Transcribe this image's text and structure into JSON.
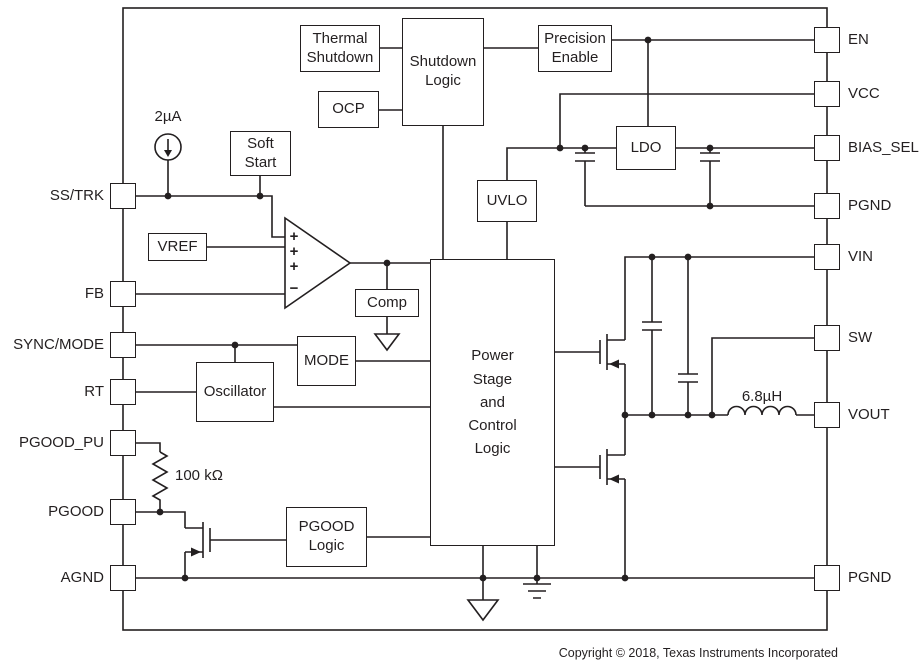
{
  "blocks": {
    "thermal_shutdown": "Thermal\nShutdown",
    "shutdown_logic": "Shutdown\nLogic",
    "ocp": "OCP",
    "precision_enable": "Precision\nEnable",
    "ldo": "LDO",
    "uvlo": "UVLO",
    "soft_start": "Soft\nStart",
    "vref": "VREF",
    "comp": "Comp",
    "mode": "MODE",
    "oscillator": "Oscillator",
    "pgood_logic": "PGOOD\nLogic",
    "power_stage": "Power\nStage\nand\nControl\nLogic"
  },
  "pins_left": [
    {
      "label": "SS/TRK"
    },
    {
      "label": "FB"
    },
    {
      "label": "SYNC/MODE"
    },
    {
      "label": "RT"
    },
    {
      "label": "PGOOD_PU"
    },
    {
      "label": "PGOOD"
    },
    {
      "label": "AGND"
    }
  ],
  "pins_right": [
    {
      "label": "EN"
    },
    {
      "label": "VCC"
    },
    {
      "label": "BIAS_SEL"
    },
    {
      "label": "PGND"
    },
    {
      "label": "VIN"
    },
    {
      "label": "SW"
    },
    {
      "label": "VOUT"
    },
    {
      "label": "PGND"
    }
  ],
  "labels": {
    "current_source": "2µA",
    "pullup_resistor": "100 kΩ",
    "inductor": "6.8µH"
  },
  "amp_inputs": [
    "+",
    "+",
    "+",
    "−"
  ],
  "footer": {
    "copyright": "Copyright © 2018, Texas Instruments Incorporated"
  }
}
